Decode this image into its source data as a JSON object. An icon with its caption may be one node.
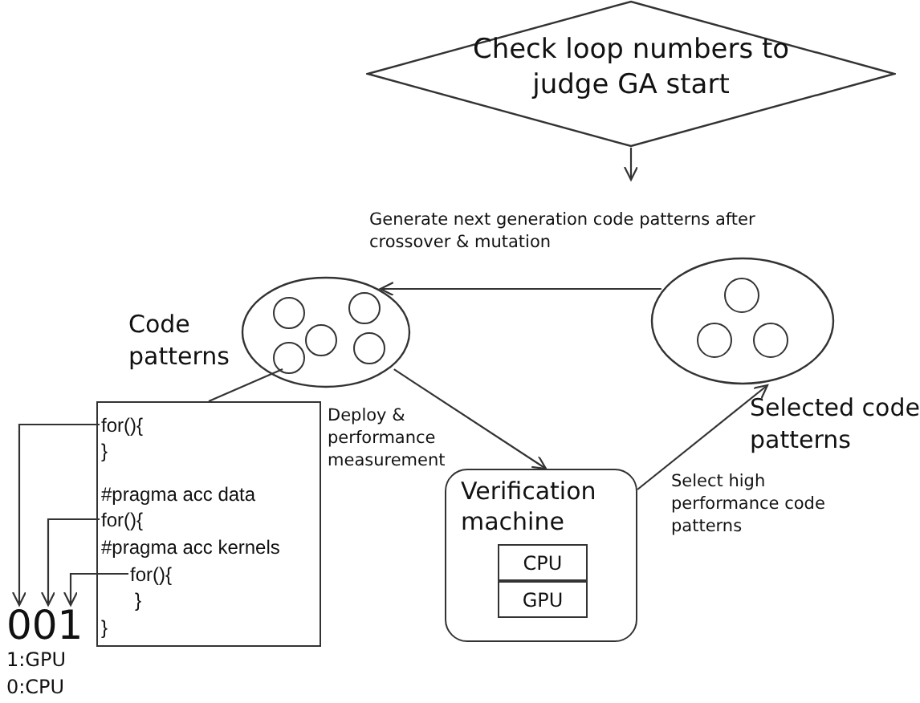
{
  "diagram": {
    "nodes": [
      {
        "text": [
          "Check loop numbers to judge GA start"
        ]
      },
      {
        "text": [
          "Code patterns"
        ]
      },
      {
        "text": [],
        "shape": "circle",
        "in": 1
      },
      {
        "text": [],
        "shape": "circle",
        "in": 1
      },
      {
        "text": [],
        "shape": "circle",
        "in": 1
      },
      {
        "text": [],
        "shape": "circle",
        "in": 1
      },
      {
        "text": [],
        "shape": "circle",
        "in": 1
      },
      {
        "text": [
          "Selected code patterns"
        ]
      },
      {
        "text": [],
        "shape": "circle",
        "in": 7
      },
      {
        "text": [],
        "shape": "circle",
        "in": 7
      },
      {
        "text": [],
        "shape": "circle",
        "in": 7
      },
      {
        "text": [],
        "shape": "box"
      },
      {
        "text": [
          "for(){"
        ],
        "in": 11
      },
      {
        "text": [
          "}"
        ],
        "in": 11
      },
      {
        "text": [
          "#pragma acc data"
        ],
        "in": 11
      },
      {
        "text": [
          "for(){"
        ],
        "in": 11
      },
      {
        "text": [
          "#pragma acc kernels"
        ],
        "in": 11
      },
      {
        "text": [
          "for(){"
        ],
        "in": 11
      },
      {
        "text": [
          "}"
        ],
        "in": 11
      },
      {
        "text": [
          "}"
        ],
        "in": 11
      },
      {
        "text": [
          "001"
        ],
        "beside": [
          "1:GPU",
          "0:CPU"
        ]
      },
      {
        "text": [
          "Verification machine"
        ]
      },
      {
        "text": [
          "CPU"
        ],
        "in": 21
      },
      {
        "text": [
          "GPU"
        ],
        "in": 21
      }
    ],
    "edges": [
      {
        "from": 0,
        "to": null,
        "arrow": "to"
      },
      {
        "from": 7,
        "to": 1,
        "arrow": "to",
        "label": "Generate next generation code patterns after crossover & mutation"
      },
      {
        "from": 1,
        "to": 21,
        "arrow": "to",
        "label": "Deploy & performance measurement"
      },
      {
        "from": 21,
        "to": 7,
        "arrow": "to",
        "label": "Select high performance code patterns"
      },
      {
        "from": 11,
        "to": 3,
        "arrow": "none"
      },
      {
        "from": 12,
        "to": 20,
        "arrow": "to"
      },
      {
        "from": 15,
        "to": 20,
        "arrow": "to"
      },
      {
        "from": 17,
        "to": 20,
        "arrow": "to"
      }
    ]
  }
}
